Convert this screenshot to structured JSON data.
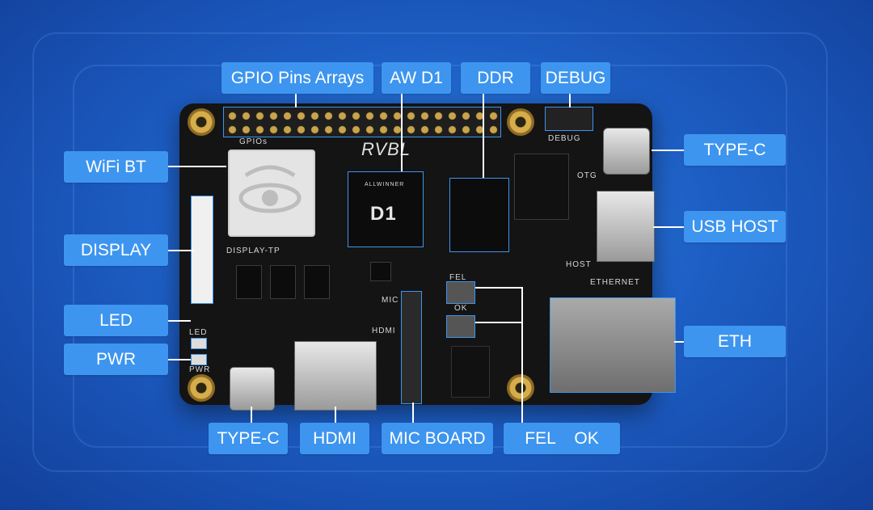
{
  "labels": {
    "gpio": "GPIO Pins Arrays",
    "aw_d1": "AW D1",
    "ddr": "DDR",
    "debug": "DEBUG",
    "wifi_bt": "WiFi BT",
    "display": "DISPLAY",
    "led": "LED",
    "pwr": "PWR",
    "type_c_right": "TYPE-C",
    "usb_host": "USB HOST",
    "eth": "ETH",
    "type_c_bottom": "TYPE-C",
    "hdmi": "HDMI",
    "mic_board": "MIC BOARD",
    "fel_ok": "FEL    OK"
  },
  "board_silkscreen": {
    "gpios": "GPIOs",
    "display_tp": "DISPLAY-TP",
    "debug": "DEBUG",
    "otg": "OTG",
    "host": "HOST",
    "ethernet": "ETHERNET",
    "logo": "RVBL",
    "mic": "MIC",
    "hdmi": "HDMI",
    "fel": "FEL",
    "ok": "OK",
    "led": "LED",
    "pwr": "PWR",
    "soc_brand": "ALLWINNER",
    "soc_name": "D1"
  },
  "colors": {
    "callout_bg": "#3d95ef",
    "callout_text": "#ffffff",
    "background": "#1d5ec4",
    "board": "#141414"
  }
}
